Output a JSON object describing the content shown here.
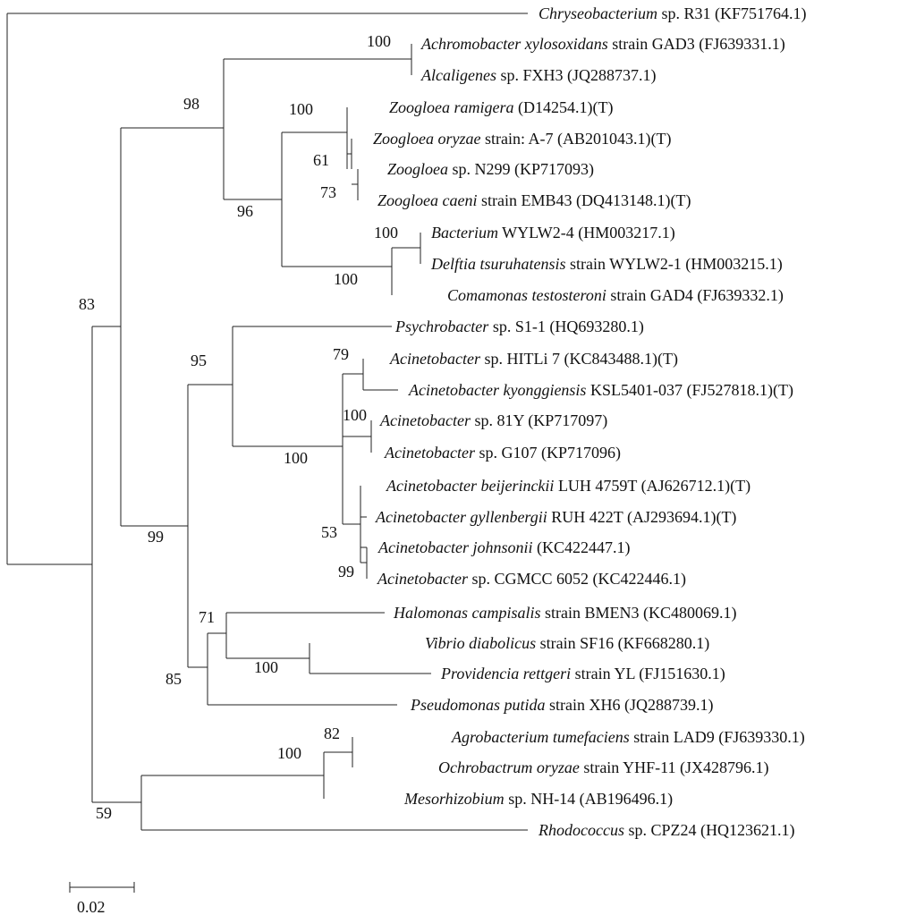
{
  "tree": {
    "taxa": [
      {
        "italic": "Chryseobacterium",
        "rest": " sp. R31 (KF751764.1)"
      },
      {
        "italic": "Achromobacter xylosoxidans",
        "rest": " strain GAD3 (FJ639331.1)"
      },
      {
        "italic": "Alcaligenes",
        "rest": " sp. FXH3 (JQ288737.1)"
      },
      {
        "italic": "Zoogloea ramigera",
        "rest": " (D14254.1)(T)"
      },
      {
        "italic": "Zoogloea oryzae",
        "rest": " strain: A-7 (AB201043.1)(T)"
      },
      {
        "italic": "Zoogloea",
        "rest": " sp. N299 (KP717093)"
      },
      {
        "italic": "Zoogloea caeni",
        "rest": " strain EMB43 (DQ413148.1)(T)"
      },
      {
        "italic": "Bacterium",
        "rest": " WYLW2-4 (HM003217.1)"
      },
      {
        "italic": "Delftia tsuruhatensis",
        "rest": " strain WYLW2-1 (HM003215.1)"
      },
      {
        "italic": "Comamonas testosteroni",
        "rest": " strain GAD4 (FJ639332.1)"
      },
      {
        "italic": "Psychrobacter",
        "rest": " sp. S1-1 (HQ693280.1)"
      },
      {
        "italic": "Acinetobacter",
        "rest": " sp. HITLi 7 (KC843488.1)(T)"
      },
      {
        "italic": "Acinetobacter kyonggiensis",
        "rest": " KSL5401-037 (FJ527818.1)(T)"
      },
      {
        "italic": "Acinetobacter",
        "rest": " sp. 81Y (KP717097)"
      },
      {
        "italic": "Acinetobacter",
        "rest": " sp. G107 (KP717096)"
      },
      {
        "italic": "Acinetobacter beijerinckii",
        "rest": " LUH 4759T (AJ626712.1)(T)"
      },
      {
        "italic": "Acinetobacter gyllenbergii",
        "rest": " RUH 422T (AJ293694.1)(T)"
      },
      {
        "italic": "Acinetobacter johnsonii",
        "rest": " (KC422447.1)"
      },
      {
        "italic": "Acinetobacter",
        "rest": " sp. CGMCC 6052 (KC422446.1)"
      },
      {
        "italic": "Halomonas campisalis",
        "rest": " strain BMEN3 (KC480069.1)"
      },
      {
        "italic": "Vibrio diabolicus",
        "rest": " strain SF16 (KF668280.1)"
      },
      {
        "italic": "Providencia rettgeri",
        "rest": " strain YL (FJ151630.1)"
      },
      {
        "italic": "Pseudomonas putida",
        "rest": " strain XH6 (JQ288739.1)"
      },
      {
        "italic": "Agrobacterium tumefaciens",
        "rest": " strain LAD9 (FJ639330.1)"
      },
      {
        "italic": "Ochrobactrum oryzae",
        "rest": " strain YHF-11 (JX428796.1)"
      },
      {
        "italic": "Mesorhizobium",
        "rest": " sp. NH-14 (AB196496.1)"
      },
      {
        "italic": "Rhodococcus",
        "rest": " sp. CPZ24 (HQ123621.1)"
      }
    ],
    "bootstrap": [
      "100",
      "98",
      "100",
      "61",
      "73",
      "96",
      "100",
      "100",
      "83",
      "95",
      "79",
      "100",
      "100",
      "53",
      "99",
      "99",
      "71",
      "100",
      "85",
      "82",
      "100",
      "59"
    ],
    "scale_bar": {
      "label": "0.02"
    }
  }
}
